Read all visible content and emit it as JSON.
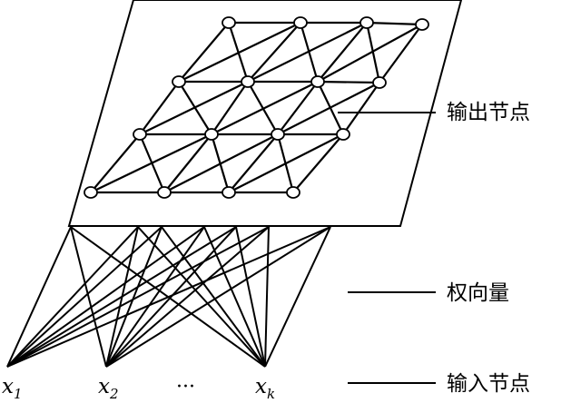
{
  "labels": {
    "output_nodes": "输出节点",
    "weight_vector": "权向量",
    "input_nodes": "输入节点"
  },
  "inputs": {
    "x1": {
      "base": "x",
      "sub": "1"
    },
    "x2": {
      "base": "x",
      "sub": "2"
    },
    "ellipsis": "···",
    "xk": {
      "base": "x",
      "sub": "k"
    }
  },
  "grid": {
    "rows": 4,
    "columns": 4
  },
  "colors": {
    "stroke": "#000000",
    "background": "#ffffff"
  }
}
